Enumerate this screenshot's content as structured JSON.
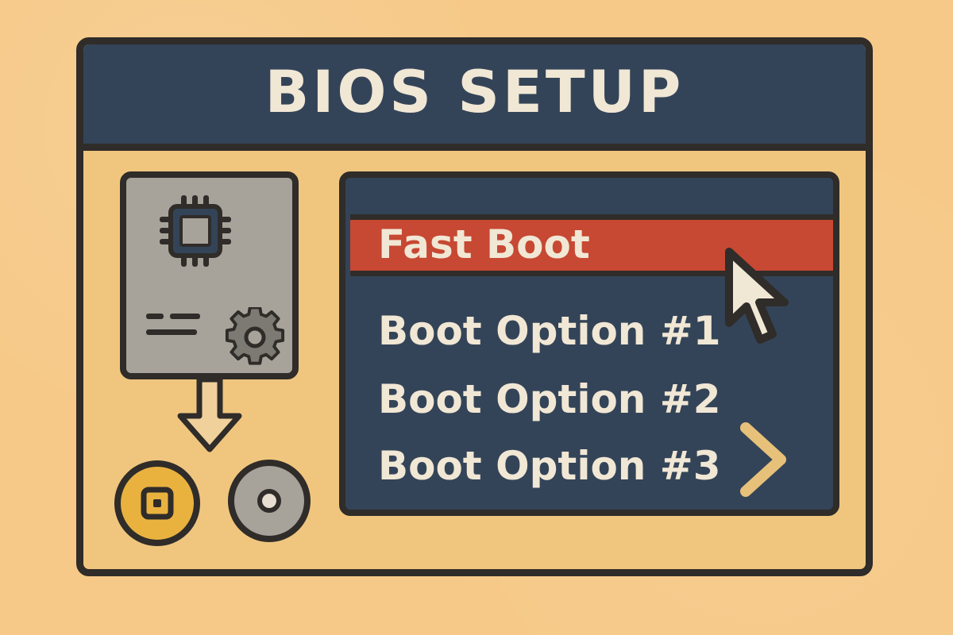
{
  "window": {
    "title": "BIOS SETUP"
  },
  "device_panel": {
    "icons": [
      "chip-icon",
      "menu-lines-icon",
      "gear-icon",
      "down-arrow-icon",
      "storage-disk-icon",
      "optical-disk-icon"
    ]
  },
  "boot_menu": {
    "selected_item": "Fast Boot",
    "items": [
      {
        "label": "Boot Option #1"
      },
      {
        "label": "Boot Option #2"
      },
      {
        "label": "Boot Option #3"
      }
    ],
    "navigation_icons": [
      "mouse-cursor-icon",
      "chevron-right-icon"
    ]
  },
  "colors": {
    "background": "#f6c988",
    "window_fill": "#f0c67e",
    "title_bar": "#344458",
    "outline": "#2f2c29",
    "text_light": "#f1e7d5",
    "selected_row": "#c74833",
    "device_gray": "#a8a39a",
    "disk_yellow": "#e9b23f"
  }
}
